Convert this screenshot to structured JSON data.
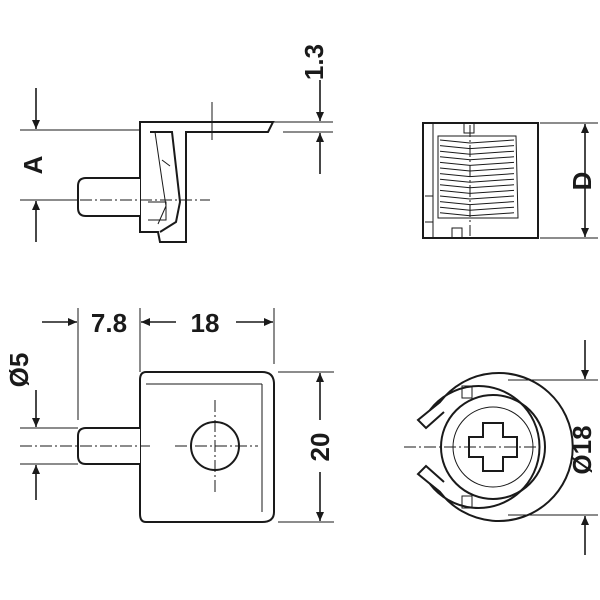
{
  "dimensions": {
    "a": "A",
    "d": "D",
    "gap": "1.3",
    "offset": "7.8",
    "length": "18",
    "pin_diameter": "Ø5",
    "height": "20",
    "diameter": "Ø18"
  }
}
